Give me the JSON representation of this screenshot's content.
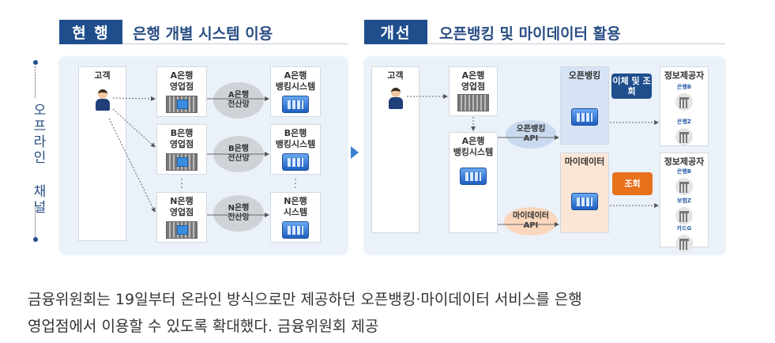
{
  "left": {
    "tag": "현 행",
    "title": "은행 개별 시스템 이용",
    "channel": "오프라인 채널",
    "customer": "고객",
    "branches": [
      {
        "l1": "A은행",
        "l2": "영업점"
      },
      {
        "l1": "B은행",
        "l2": "영업점"
      },
      {
        "l1": "N은행",
        "l2": "영업점"
      }
    ],
    "networks": [
      {
        "l1": "A은행",
        "l2": "전산망"
      },
      {
        "l1": "B은행",
        "l2": "전산망"
      },
      {
        "l1": "N은행",
        "l2": "전산망"
      }
    ],
    "systems": [
      {
        "l1": "A은행",
        "l2": "뱅킹시스템"
      },
      {
        "l1": "B은행",
        "l2": "뱅킹시스템"
      },
      {
        "l1": "N은행",
        "l2": "시스템"
      }
    ]
  },
  "right": {
    "tag": "개선",
    "title": "오픈뱅킹 및 마이데이터 활용",
    "customer": "고객",
    "branch": {
      "l1": "A은행",
      "l2": "영업점"
    },
    "system": {
      "l1": "A은행",
      "l2": "뱅킹시스템"
    },
    "ob_api": {
      "l1": "오픈뱅킹",
      "l2": "API"
    },
    "md_api": {
      "l1": "마이데이터",
      "l2": "API"
    },
    "openbanking": "오픈뱅킹",
    "mydata": "마이데이터",
    "transfer_badge": "이체 및 조회",
    "inquiry_badge": "조회",
    "providers": [
      {
        "title": "정보제공자",
        "items": [
          "은행B",
          "은행Z"
        ]
      },
      {
        "title": "정보제공자",
        "items": [
          "은행B",
          "보험Z",
          "카드G"
        ]
      }
    ]
  },
  "colors": {
    "tag": "#1f4e8c",
    "transfer_badge": "#1f4e8c",
    "inquiry_badge": "#e8711c",
    "openbanking_bg": "#d6e3f5",
    "mydata_bg": "#fbe6d6"
  },
  "caption": {
    "line1": "금융위원회는 19일부터 온라인 방식으로만 제공하던 오픈뱅킹·마이데이터 서비스를 은행",
    "line2": "영업점에서 이용할 수 있도록 확대했다. 금융위원회 제공"
  }
}
